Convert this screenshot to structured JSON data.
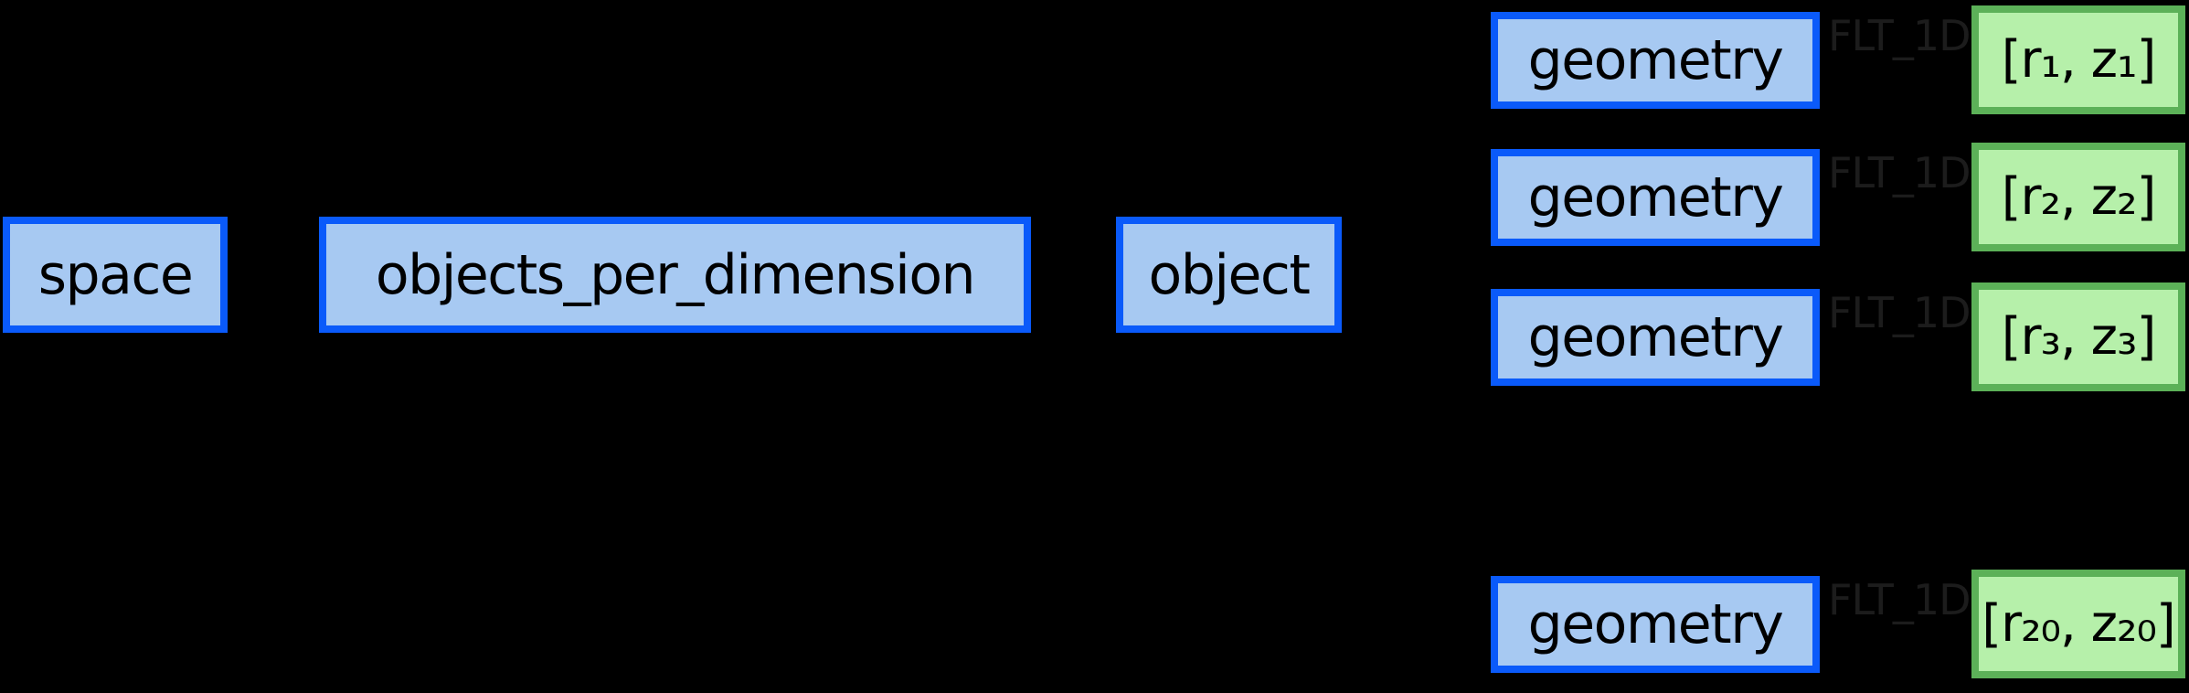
{
  "palette": {
    "background": "#000000",
    "node_fill": "#a7c9f2",
    "node_border": "#0a5afa",
    "leaf_fill": "#b6f0aa",
    "leaf_border": "#5cb158",
    "edge_label_color": "#1c1c1c",
    "text_color": "#000000",
    "edge_color": "#000000"
  },
  "nodes": {
    "space": {
      "label": "space"
    },
    "objects_per_dimension": {
      "label": "objects_per_dimension"
    },
    "object": {
      "label": "object"
    }
  },
  "rows": [
    {
      "node_label": "geometry",
      "edge_label": "FLT_1D",
      "value_label": "[r₁, z₁]"
    },
    {
      "node_label": "geometry",
      "edge_label": "FLT_1D",
      "value_label": "[r₂, z₂]"
    },
    {
      "node_label": "geometry",
      "edge_label": "FLT_1D",
      "value_label": "[r₃, z₃]"
    },
    {
      "node_label": "geometry",
      "edge_label": "FLT_1D",
      "value_label": "[r₂₀, z₂₀]"
    }
  ]
}
